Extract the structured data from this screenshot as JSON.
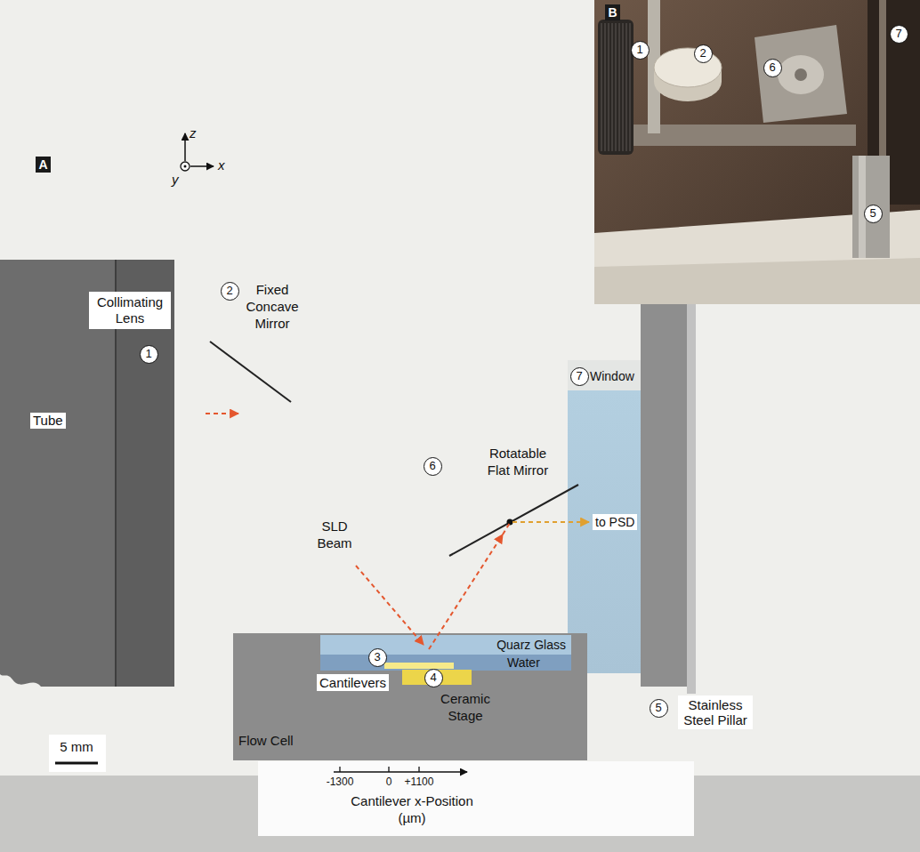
{
  "diagram": {
    "nodes": [
      {
        "text": [
          "Tube"
        ]
      },
      {
        "text": [
          "Collimating Lens"
        ],
        "in": 0
      },
      {
        "text": [
          "Window",
          "to PSD"
        ]
      },
      {
        "text": [
          "Flow Cell"
        ]
      },
      {
        "text": [
          "Quarz Glass"
        ],
        "in": 3
      },
      {
        "text": [
          "Water"
        ],
        "in": 3
      },
      {
        "text": [
          "Stainless Steel Pillar"
        ]
      }
    ],
    "labels": [
      "A",
      "z",
      "y",
      "x",
      "1",
      "2",
      "Fixed Concave Mirror",
      "6",
      "Rotatable Flat Mirror",
      "SLD Beam",
      "7",
      "3",
      "Cantilevers",
      "4",
      "Ceramic Stage",
      "5",
      "5 mm",
      "-1300",
      "0",
      "+1100",
      "Cantilever x-Position (µm)",
      "B",
      "1",
      "2",
      "6",
      "7",
      "5"
    ]
  }
}
